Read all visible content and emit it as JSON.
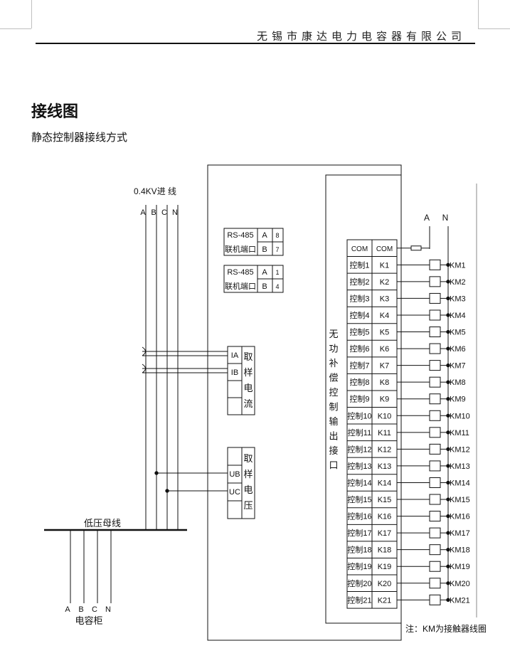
{
  "header": {
    "company": "无锡市康达电力电容器有限公司"
  },
  "section": {
    "title": "接线图",
    "subtitle": "静态控制器接线方式"
  },
  "incoming": {
    "label": "0.4KV进 线",
    "phases": [
      "A",
      "B",
      "C",
      "N"
    ]
  },
  "rs485_ports": [
    {
      "line1": "RS-485",
      "line2": "联机端口",
      "pin_a": "A",
      "pin_b": "B",
      "num_a": "8",
      "num_b": "7"
    },
    {
      "line1": "RS-485",
      "line2": "联机端口",
      "pin_a": "A",
      "pin_b": "B",
      "num_a": "1",
      "num_b": "4"
    }
  ],
  "current_sampling": {
    "terminals": [
      "IA",
      "IB",
      "",
      ""
    ],
    "chars": [
      "取",
      "样",
      "电",
      "流"
    ]
  },
  "voltage_sampling": {
    "terminals": [
      "",
      "UB",
      "UC",
      ""
    ],
    "chars": [
      "取",
      "样",
      "电",
      "压"
    ]
  },
  "output_block": {
    "chars": [
      "无",
      "功",
      "补",
      "偿",
      "控",
      "制",
      "输",
      "出",
      "接",
      "口"
    ],
    "com_left": "COM",
    "com_right": "COM",
    "rows": [
      {
        "ctrl": "控制1",
        "k": "K1",
        "km": "KM1"
      },
      {
        "ctrl": "控制2",
        "k": "K2",
        "km": "KM2"
      },
      {
        "ctrl": "控制3",
        "k": "K3",
        "km": "KM3"
      },
      {
        "ctrl": "控制4",
        "k": "K4",
        "km": "KM4"
      },
      {
        "ctrl": "控制5",
        "k": "K5",
        "km": "KM5"
      },
      {
        "ctrl": "控制6",
        "k": "K6",
        "km": "KM6"
      },
      {
        "ctrl": "控制7",
        "k": "K7",
        "km": "KM7"
      },
      {
        "ctrl": "控制8",
        "k": "K8",
        "km": "KM8"
      },
      {
        "ctrl": "控制9",
        "k": "K9",
        "km": "KM9"
      },
      {
        "ctrl": "控制10",
        "k": "K10",
        "km": "KM10"
      },
      {
        "ctrl": "控制11",
        "k": "K11",
        "km": "KM11"
      },
      {
        "ctrl": "控制12",
        "k": "K12",
        "km": "KM12"
      },
      {
        "ctrl": "控制13",
        "k": "K13",
        "km": "KM13"
      },
      {
        "ctrl": "控制14",
        "k": "K14",
        "km": "KM14"
      },
      {
        "ctrl": "控制15",
        "k": "K15",
        "km": "KM15"
      },
      {
        "ctrl": "控制16",
        "k": "K16",
        "km": "KM16"
      },
      {
        "ctrl": "控制17",
        "k": "K17",
        "km": "KM17"
      },
      {
        "ctrl": "控制18",
        "k": "K18",
        "km": "KM18"
      },
      {
        "ctrl": "控制19",
        "k": "K19",
        "km": "KM19"
      },
      {
        "ctrl": "控制20",
        "k": "K20",
        "km": "KM20"
      },
      {
        "ctrl": "控制21",
        "k": "K21",
        "km": "KM21"
      }
    ]
  },
  "supply": {
    "a": "A",
    "n": "N"
  },
  "busbar": {
    "label": "低压母线"
  },
  "capacitor": {
    "label": "电容柜",
    "phases": [
      "A",
      "B",
      "C",
      "N"
    ]
  },
  "note": "注：KM为接触器线圈"
}
